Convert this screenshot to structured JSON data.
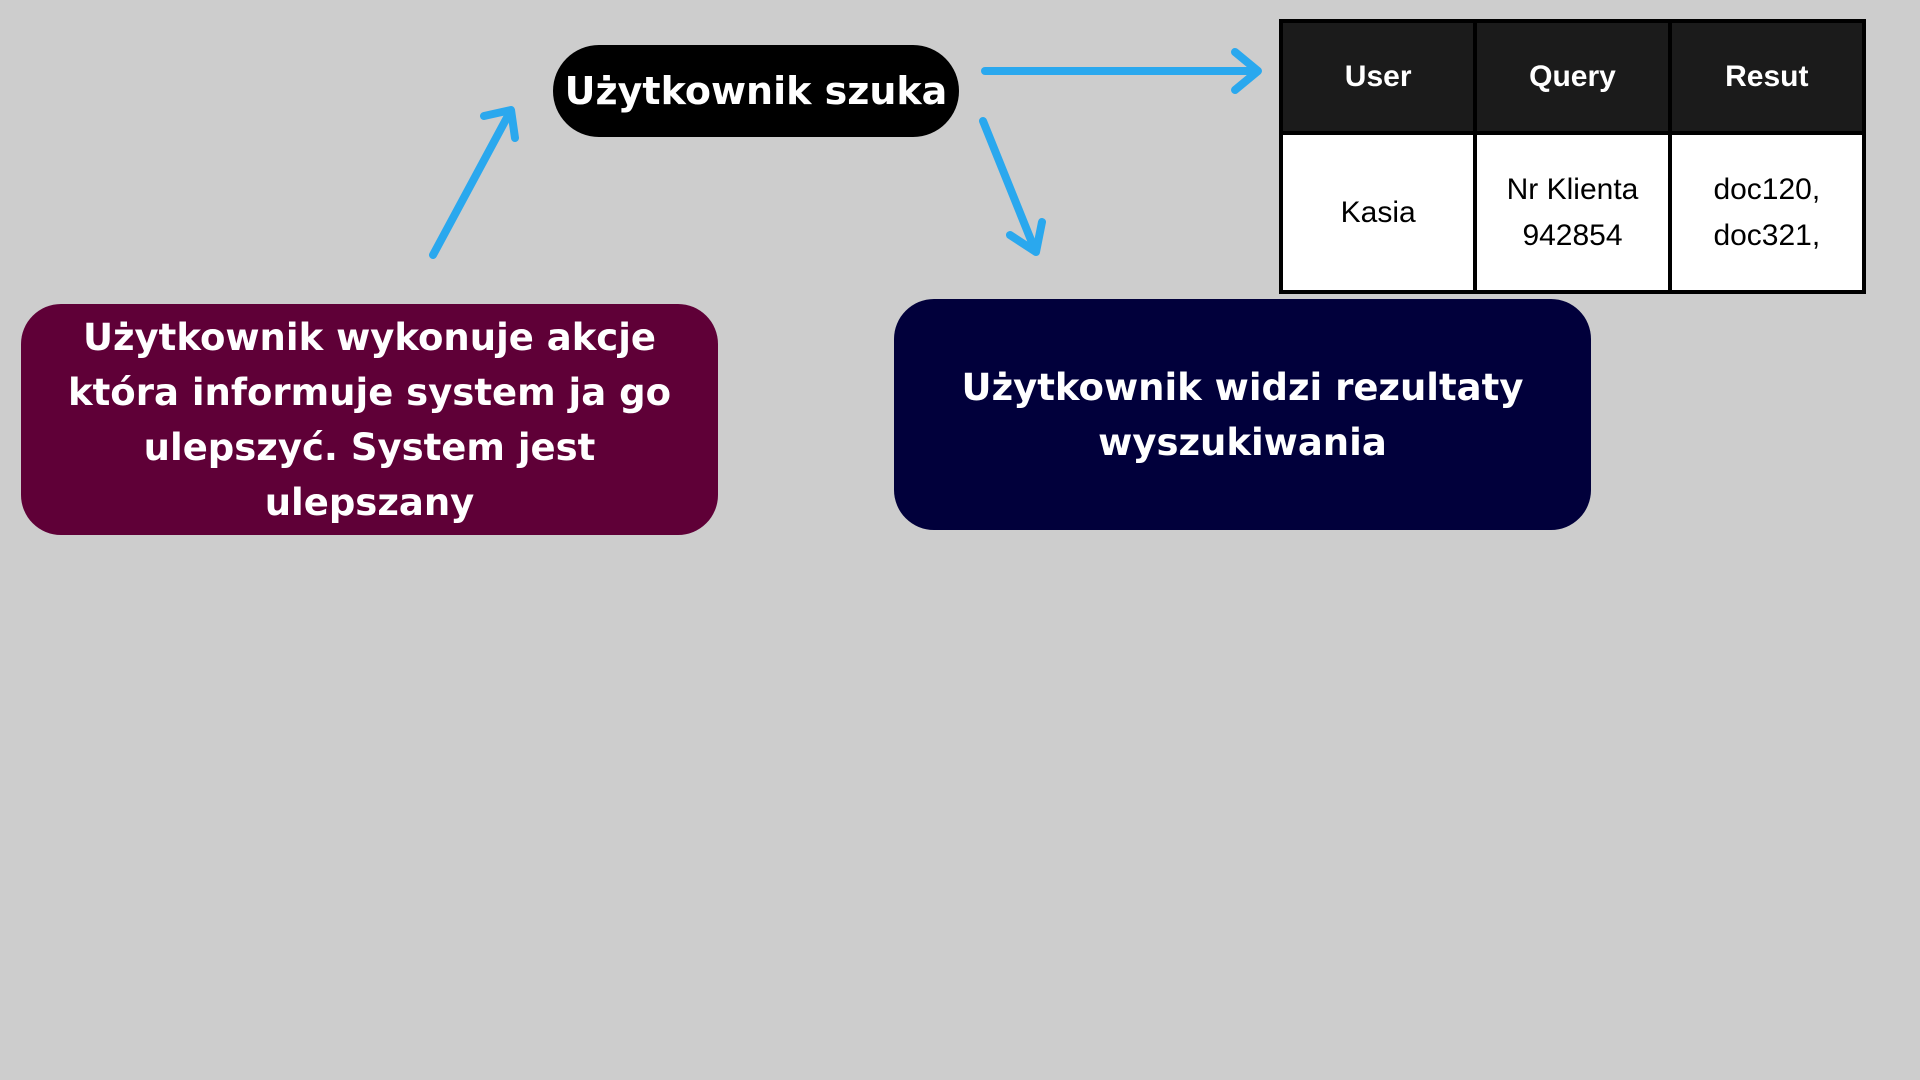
{
  "diagram": {
    "search_node": "Użytkownik szuka",
    "improve_node": "Użytkownik wykonuje akcje która informuje system ja go ulepszyć. System jest ulepszany",
    "results_node": "Użytkownik widzi rezultaty wyszukiwania"
  },
  "table": {
    "headers": [
      "User",
      "Query",
      "Resut"
    ],
    "row": {
      "user": "Kasia",
      "query_line1": "Nr Klienta",
      "query_line2": "942854",
      "result_line1": "doc120,",
      "result_line2": "doc321,"
    }
  },
  "colors": {
    "background": "#cdcdcd",
    "search_node": "#000000",
    "improve_node": "#5f0037",
    "results_node": "#01003b",
    "arrow": "#2aa8ee",
    "table_header": "#1b1b1b"
  }
}
